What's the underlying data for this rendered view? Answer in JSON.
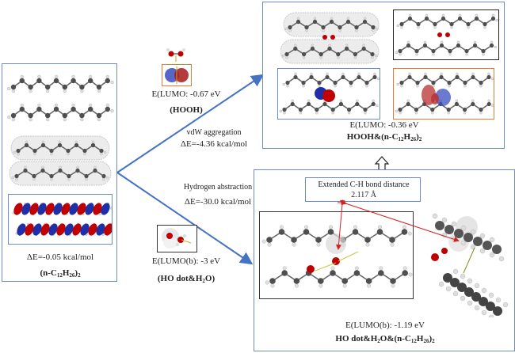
{
  "left_panel": {
    "energy": "ΔE=-0.05 kcal/mol",
    "label_prefix": "(n-C",
    "label_sub1": "12",
    "label_mid": "H",
    "label_sub2": "26",
    "label_suffix": ")",
    "label_sub3": "2"
  },
  "hooh": {
    "lumo": "E(LUMO:  -0.67 eV",
    "label": "(HOOH)"
  },
  "vdw_path": {
    "title": "vdW aggregation",
    "energy": "ΔE=-4.36 kcal/mol"
  },
  "habs_path": {
    "title": "Hydrogen abstraction",
    "energy": "ΔE=-30.0 kcal/mol"
  },
  "ho_dot": {
    "lumo": "E(LUMO(b):  -3 eV",
    "label_prefix": "(HO dot&H",
    "label_sub": "2",
    "label_suffix": "O)"
  },
  "top_right_panel": {
    "lumo": "E(LUMO:  -0.36 eV",
    "label_prefix": "HOOH&(n-C",
    "label_sub1": "12",
    "label_mid": "H",
    "label_sub2": "26",
    "label_suffix": ")",
    "label_sub3": "2"
  },
  "bottom_right_panel": {
    "callout_line1": "Extended C-H bond distance",
    "callout_line2": "2.117 Å",
    "lumo": "E(LUMO(b):  -1.19 eV",
    "label_prefix": "HO dot&H",
    "label_sub0": "2",
    "label_mid0": "O&(n-C",
    "label_sub1": "12",
    "label_mid": "H",
    "label_sub2": "26",
    "label_suffix": ")",
    "label_sub3": "2"
  },
  "colors": {
    "panel_border": "#6b8cbd",
    "arrow_blue": "#4472c4",
    "orange_box": "#e07b39",
    "black_box": "#333333",
    "oxygen_red": "#c00000",
    "orbital_blue": "#1f2fa8",
    "carbon_gray": "#555555",
    "hydrogen_gray": "#dddddd",
    "callout_red": "#d62020"
  }
}
